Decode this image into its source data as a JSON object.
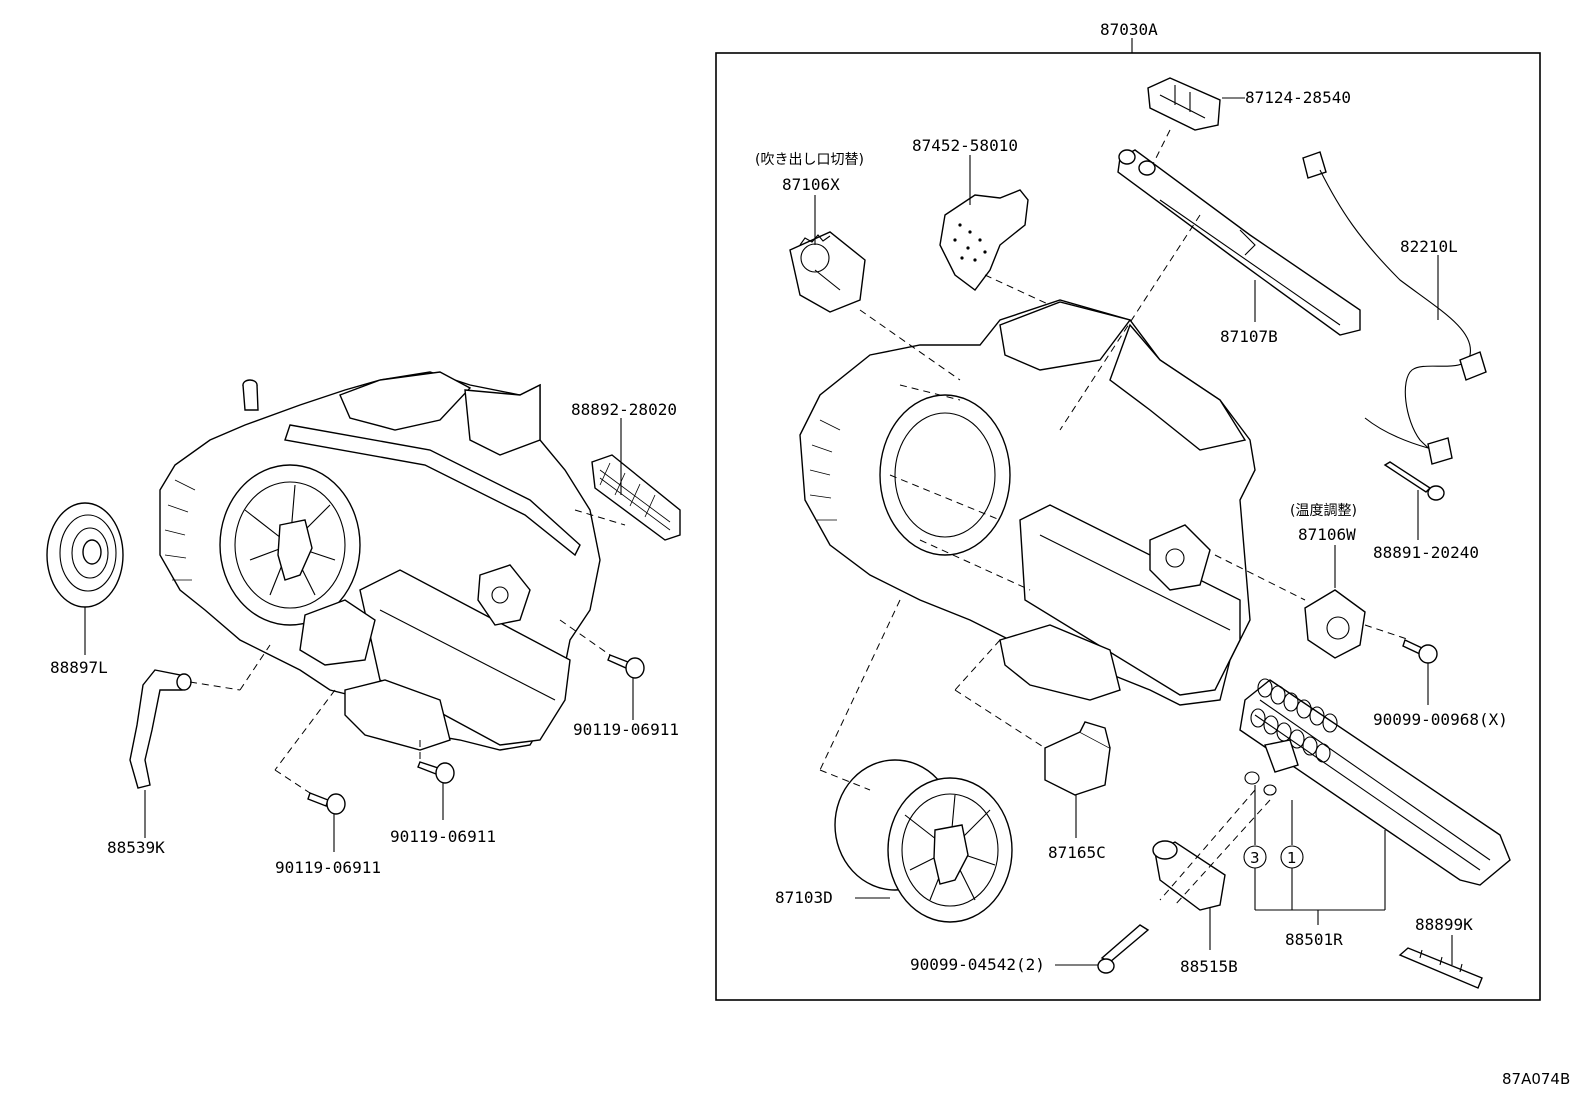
{
  "diagram": {
    "ref_code": "87A074B",
    "assembly_label": "87030A",
    "parts": {
      "p87124": "87124-28540",
      "p87452": "87452-58010",
      "p87106x_note": "(吹き出し口切替)",
      "p87106x": "87106X",
      "p82210": "82210L",
      "p87107": "87107B",
      "p88892": "88892-28020",
      "p88897": "88897L",
      "p90119_a": "90119-06911",
      "p90119_b": "90119-06911",
      "p90119_c": "90119-06911",
      "p88539": "88539K",
      "p87106w_note": "(温度調整)",
      "p87106w": "87106W",
      "p88891": "88891-20240",
      "p90099_968": "90099-00968(X)",
      "p87165": "87165C",
      "p87103": "87103D",
      "p90099_4542": "90099-04542(2)",
      "p88515": "88515B",
      "p88501": "88501R",
      "p88899": "88899K",
      "callout_3": "3",
      "callout_1": "1"
    }
  }
}
